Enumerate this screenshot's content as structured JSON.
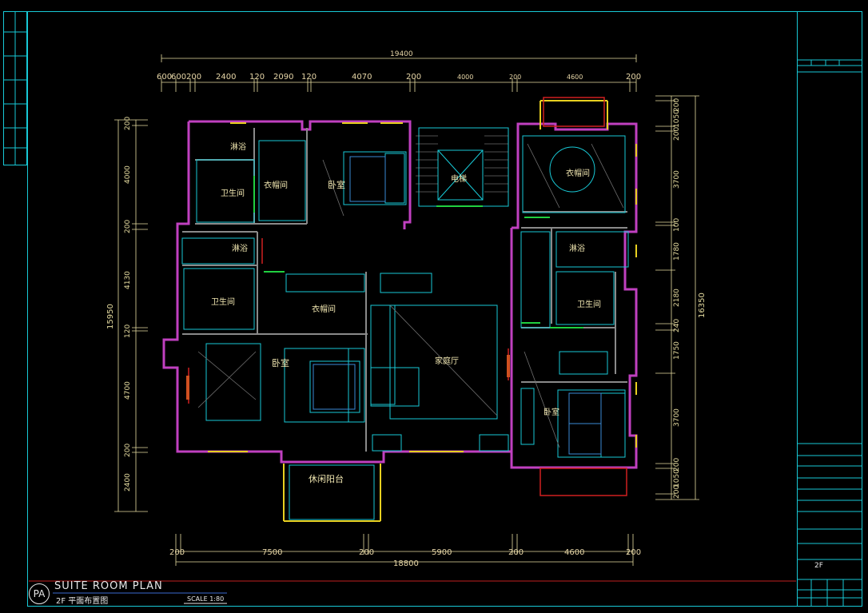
{
  "title": {
    "main": "SUITE ROOM PLAN",
    "sub": "2F 平面布置图",
    "scale": "SCALE 1:80",
    "logo": "PA"
  },
  "dims": {
    "top_total": "19400",
    "top_segments": [
      "600",
      "600",
      "200",
      "2400",
      "120",
      "2090",
      "120",
      "4070",
      "200",
      "4000",
      "200",
      "4600",
      "200"
    ],
    "bottom_total": "18800",
    "bottom_segments": [
      "200",
      "7500",
      "200",
      "5900",
      "200",
      "4600",
      "200"
    ],
    "left_total": "15950",
    "left_segments": [
      "200",
      "4000",
      "200",
      "4130",
      "120",
      "4700",
      "200",
      "2400"
    ],
    "right_total": "16350",
    "right_segments": [
      "200",
      "1050",
      "200",
      "3700",
      "100",
      "1780",
      "2180",
      "240",
      "1750",
      "3700",
      "200",
      "1050",
      "200"
    ]
  },
  "rooms": {
    "toilet1": "淋浴",
    "bath1": "卫生间",
    "closet1": "衣帽间",
    "bedroom1": "卧室",
    "elevator": "电梯",
    "closet2": "衣帽间",
    "toilet2": "淋浴",
    "bath2": "卫生间",
    "closet3": "衣帽间",
    "bedroom2": "卧室",
    "family": "家庭厅",
    "toilet3": "淋浴",
    "bath3": "卫生间",
    "bedroom3": "卧室",
    "balcony": "休闲阳台"
  },
  "titleblock": {
    "header": "2F 平面布置图",
    "code": "2F"
  }
}
